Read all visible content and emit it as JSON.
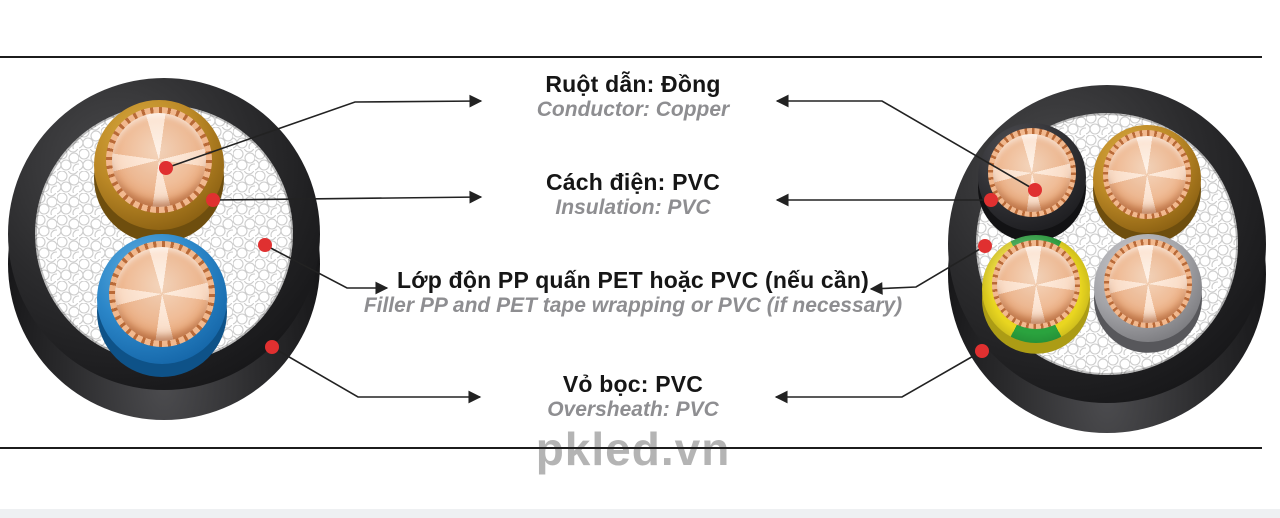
{
  "labels": [
    {
      "id": "conductor",
      "vi": "Ruột dẫn: Đồng",
      "en": "Conductor: Copper"
    },
    {
      "id": "insulation",
      "vi": "Cách điện: PVC",
      "en": "Insulation: PVC"
    },
    {
      "id": "filler",
      "vi": "Lớp độn PP quấn PET hoặc PVC (nếu cần)",
      "en": "Filler PP and PET tape wrapping or PVC (if necessary)"
    },
    {
      "id": "oversheath",
      "vi": "Vỏ bọc: PVC",
      "en": "Oversheath: PVC"
    }
  ],
  "watermark": "pkled.vn",
  "cables": [
    {
      "name": "two-core-cable",
      "cores": [
        "brown",
        "blue"
      ]
    },
    {
      "name": "four-core-cable",
      "cores": [
        "black",
        "brown",
        "yellow-green",
        "gray"
      ]
    }
  ],
  "colors": {
    "marker_dot": "#e03030",
    "leader_line": "#222222",
    "sheath": "#1a1a1c",
    "copper": "#f0b183",
    "insulation_brown": "#bb8826",
    "insulation_blue": "#2b86c8",
    "insulation_black": "#2c2c30",
    "insulation_gray": "#a4a4a8",
    "insulation_yellow_green": "#e9d620",
    "label_vi_text": "#161616",
    "label_en_text": "#8e8e91",
    "watermark_text": "#b4b4b4"
  }
}
